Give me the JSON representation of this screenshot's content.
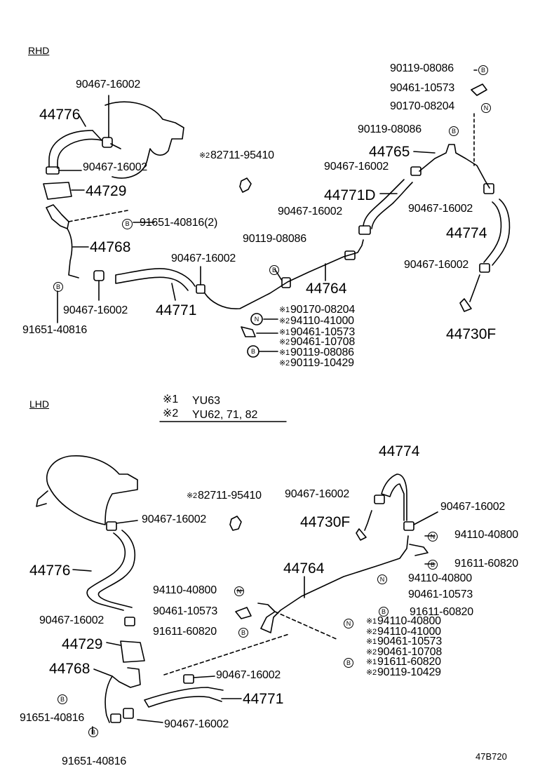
{
  "sections": {
    "rhd": "RHD",
    "lhd": "LHD"
  },
  "legend": {
    "m1_mark": "※1",
    "m1_text": "YU63",
    "m2_mark": "※2",
    "m2_text": "YU62, 71, 82"
  },
  "symbols": {
    "b": "B",
    "n": "N"
  },
  "marks": {
    "m1": "※1",
    "m2": "※2"
  },
  "rhd": {
    "l01": "90467-16002",
    "l02": "44776",
    "l03": "90467-16002",
    "l04": "44729",
    "l05": "91651-40816(2)",
    "l06": "44768",
    "l07": "90467-16002",
    "l08": "91651-40816",
    "l09": "44771",
    "l10": "90467-16002",
    "l11": "82711-95410",
    "l12": "90119-08086",
    "l13": "44764",
    "l14": "90170-08204",
    "l15": "94110-41000",
    "l16": "90461-10573",
    "l17": "90461-10708",
    "l18": "90119-08086",
    "l19": "90119-10429",
    "l20": "90119-08086",
    "l21": "90461-10573",
    "l22": "90170-08204",
    "l23": "90119-08086",
    "l24": "44765",
    "l25": "90467-16002",
    "l26": "44771D",
    "l27": "90467-16002",
    "l28": "90467-16002",
    "l29": "44774",
    "l30": "90467-16002",
    "l31": "44730F"
  },
  "lhd": {
    "l01": "90467-16002",
    "l02": "44776",
    "l03": "90467-16002",
    "l04": "44729",
    "l05": "44768",
    "l06": "91651-40816",
    "l07": "91651-40816",
    "l08": "90467-16002",
    "l09": "90467-16002",
    "l10": "44771",
    "l11": "82711-95410",
    "l12": "94110-40800",
    "l13": "90461-10573",
    "l14": "91611-60820",
    "l15": "90467-16002",
    "l16": "44730F",
    "l17": "44774",
    "l18": "90467-16002",
    "l19": "94110-40800",
    "l20": "91611-60820",
    "l21": "44764",
    "l22": "94110-40800",
    "l23": "90461-10573",
    "l24": "91611-60820",
    "l25": "94110-40800",
    "l26": "94110-41000",
    "l27": "90461-10573",
    "l28": "90461-10708",
    "l29": "91611-60820",
    "l30": "90119-10429"
  },
  "footer": {
    "code": "47B720"
  }
}
